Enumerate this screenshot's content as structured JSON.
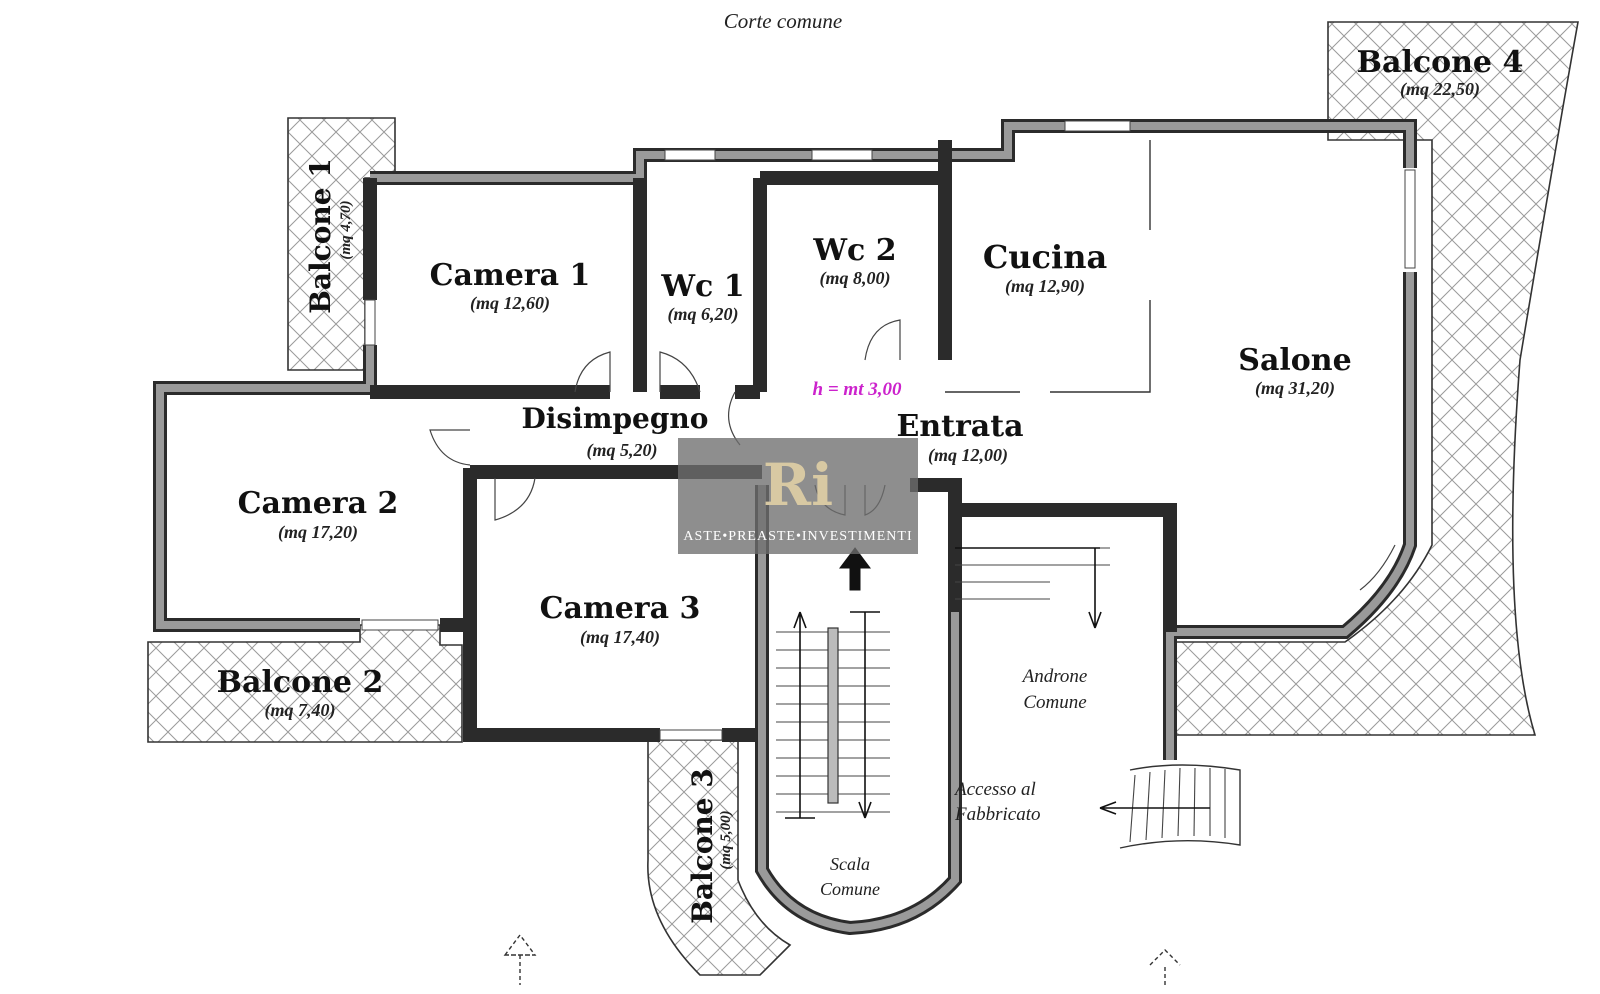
{
  "header": {
    "court_label": "Corte comune"
  },
  "rooms": {
    "camera1": {
      "name": "Camera 1",
      "area": "(mq 12,60)"
    },
    "wc1": {
      "name": "Wc 1",
      "area": "(mq 6,20)"
    },
    "wc2": {
      "name": "Wc 2",
      "area": "(mq 8,00)"
    },
    "cucina": {
      "name": "Cucina",
      "area": "(mq 12,90)"
    },
    "salone": {
      "name": "Salone",
      "area": "(mq 31,20)"
    },
    "disimpegno": {
      "name": "Disimpegno",
      "area": "(mq 5,20)"
    },
    "entrata": {
      "name": "Entrata",
      "area": "(mq 12,00)"
    },
    "camera2": {
      "name": "Camera 2",
      "area": "(mq 17,20)"
    },
    "camera3": {
      "name": "Camera 3",
      "area": "(mq 17,40)"
    }
  },
  "balconies": {
    "balcone1": {
      "name": "Balcone 1",
      "area": "(mq 4,70)"
    },
    "balcone2": {
      "name": "Balcone 2",
      "area": "(mq 7,40)"
    },
    "balcone3": {
      "name": "Balcone 3",
      "area": "(mq 5,00)"
    },
    "balcone4": {
      "name": "Balcone 4",
      "area": "(mq 22,50)"
    }
  },
  "height_note": "h = mt 3,00",
  "common_areas": {
    "androne": {
      "line1": "Androne",
      "line2": "Comune"
    },
    "scala": {
      "line1": "Scala",
      "line2": "Comune"
    },
    "accesso": {
      "line1": "Accesso al",
      "line2": "Fabbricato"
    }
  },
  "watermark": {
    "mark": "Ri",
    "text": "ASTE•PREASTE•INVESTIMENTI"
  },
  "colors": {
    "wall": "#2b2b2b",
    "height_note": "#cc22cc",
    "watermark_bg": "#6e6e6e"
  }
}
